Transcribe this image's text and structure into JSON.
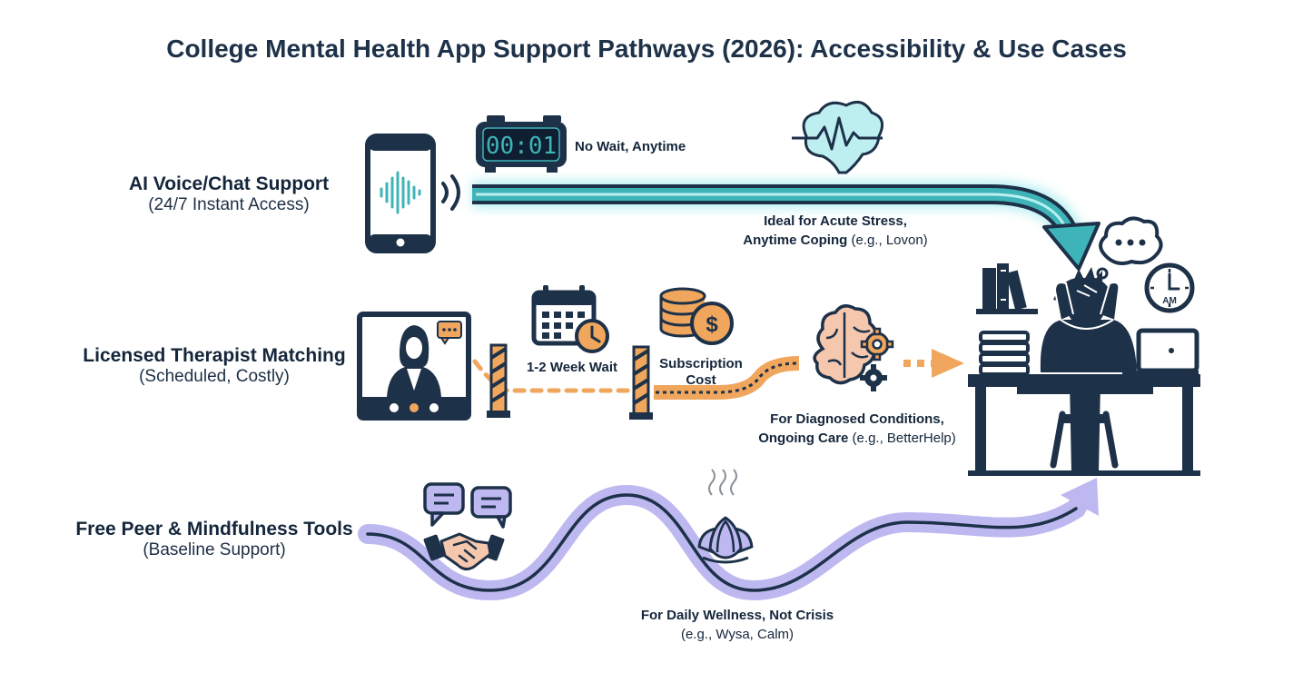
{
  "title": "College Mental Health App Support Pathways (2026): Accessibility & Use Cases",
  "pathways": [
    {
      "label": "AI Voice/Chat Support",
      "sub": "(24/7 Instant Access)",
      "wait_label": "No Wait, Anytime",
      "clock_display": "00:01",
      "note_bold_1": "Ideal for Acute Stress,",
      "note_bold_2": "Anytime Coping",
      "note_plain": " (e.g., Lovon)"
    },
    {
      "label": "Licensed Therapist Matching",
      "sub": "(Scheduled, Costly)",
      "wait_label": "1-2 Week Wait",
      "cost_label_1": "Subscription",
      "cost_label_2": "Cost",
      "note_bold_1": "For Diagnosed Conditions,",
      "note_bold_2": "Ongoing Care",
      "note_plain": " (e.g., BetterHelp)"
    },
    {
      "label": "Free Peer & Mindfulness Tools",
      "sub": "(Baseline Support)",
      "note_bold_1": "For Daily Wellness, Not Crisis",
      "note_plain": "(e.g., Wysa, Calm)"
    }
  ],
  "student": {
    "clock_label": "AM"
  },
  "colors": {
    "navy": "#1d3149",
    "teal": "#3fb4b8",
    "orange": "#f0a65c",
    "lavender": "#bdb8f0"
  }
}
